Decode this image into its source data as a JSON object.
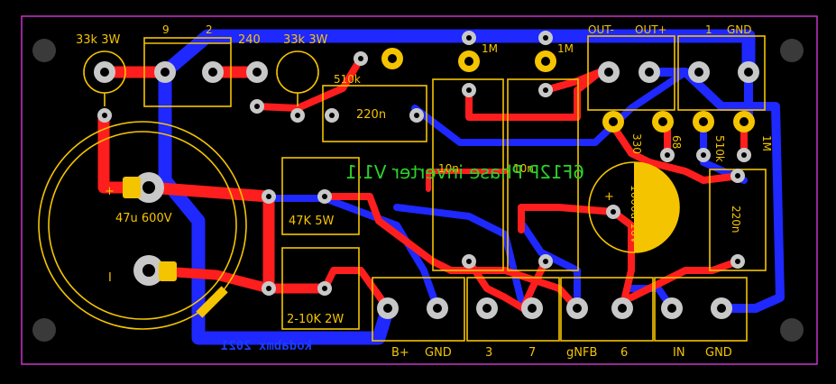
{
  "board": {
    "title_mirrored": "6F12P Phase inverter V1.1",
    "bottom_credit": "kodabmx 2021",
    "colors": {
      "background": "#000000",
      "board_outline": "#c832c8",
      "top_copper": "#ff1e1e",
      "bottom_copper": "#1e28ff",
      "silkscreen": "#f5c400",
      "pad": "#c8c8c8",
      "mirror_text": "#2bd12b"
    }
  },
  "components": {
    "r_33k_left": "33k 3W",
    "r_33k_right": "33k 3W",
    "c_main_value": "47u 600V",
    "c_main_plus": "+",
    "c_main_minus": "I",
    "r_510k_top": "510k",
    "c_220n_top": "220n",
    "r_47k": "47K 5W",
    "r_2_10k": "2-10K 2W",
    "c_10n_a": "10n",
    "c_10n_b": "10n",
    "r_1m_a": "1M",
    "r_1m_b": "1M",
    "r_330": "330",
    "r_68": "68",
    "r_510k_side": "510k",
    "r_1m_side": "1M",
    "c_1000u": "1000u 16V",
    "c_1000u_plus": "+",
    "c_220n_side": "220n"
  },
  "connectors": {
    "heater_top": {
      "pin_a": "9",
      "pin_b": "2",
      "side": "240"
    },
    "out_top_a": {
      "pin_a": "OUT-",
      "pin_b": "OUT+"
    },
    "out_top_b": {
      "pin_a": "1",
      "pin_b": "GND"
    },
    "bottom": [
      "B+",
      "GND",
      "3",
      "7",
      "gNFB",
      "6",
      "IN",
      "GND"
    ]
  }
}
